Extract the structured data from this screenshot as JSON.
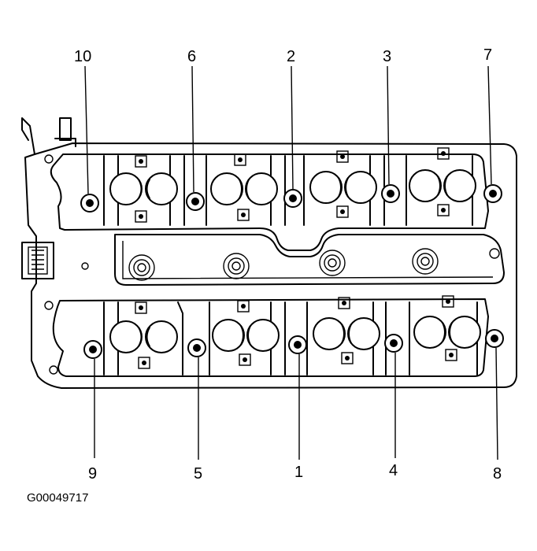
{
  "figure_code": "G00049717",
  "bolt_numbers": {
    "top": [
      "10",
      "6",
      "2",
      "3",
      "7"
    ],
    "bottom": [
      "9",
      "5",
      "1",
      "4",
      "8"
    ]
  }
}
